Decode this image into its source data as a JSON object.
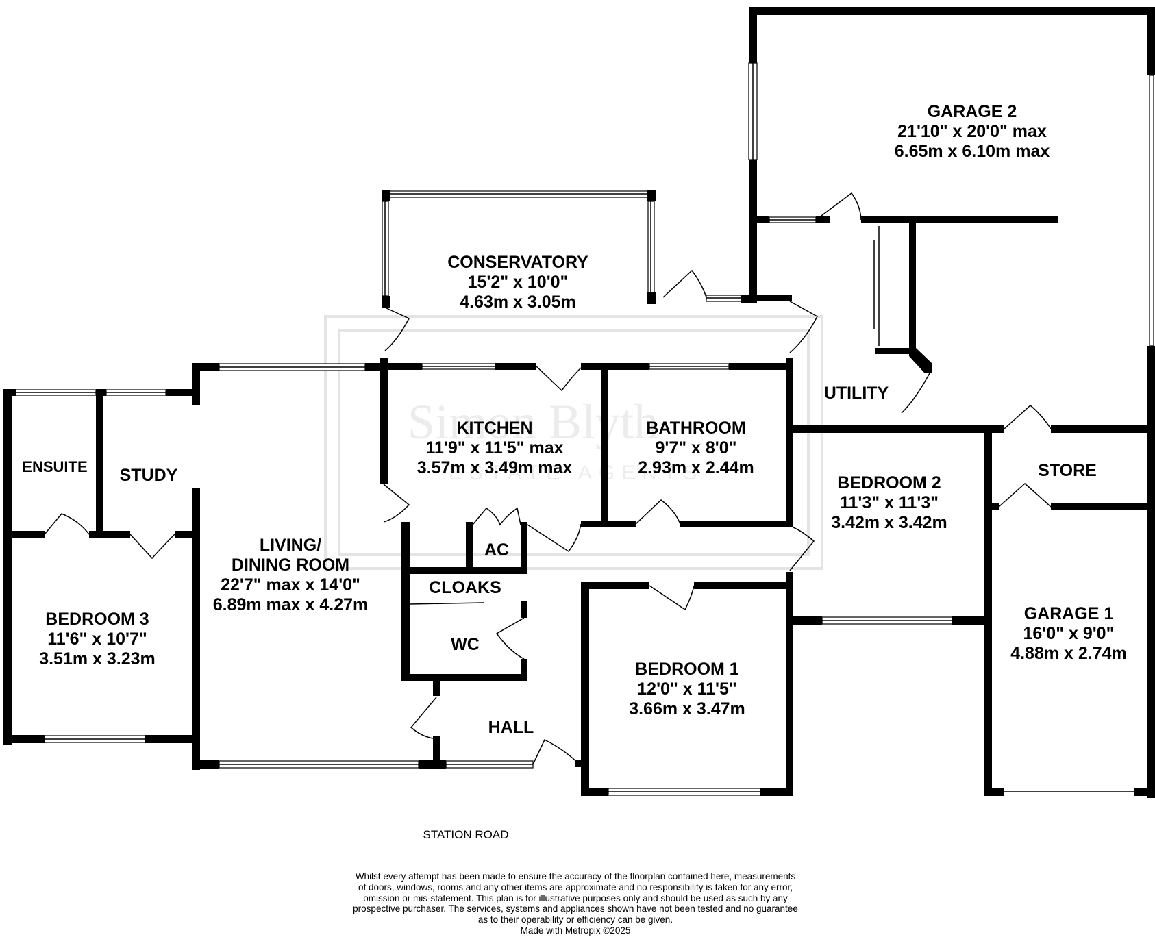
{
  "rooms": {
    "garage2": {
      "name": "GARAGE 2",
      "imperial": "21'10\"  x 20'0\" max",
      "metric": "6.65m  x 6.10m max"
    },
    "conservatory": {
      "name": "CONSERVATORY",
      "imperial": "15'2\"  x 10'0\"",
      "metric": "4.63m  x 3.05m"
    },
    "utility": {
      "name": "UTILITY"
    },
    "kitchen": {
      "name": "KITCHEN",
      "imperial": "11'9\"  x 11'5\" max",
      "metric": "3.57m  x 3.49m max"
    },
    "bathroom": {
      "name": "BATHROOM",
      "imperial": "9'7\"  x 8'0\"",
      "metric": "2.93m  x 2.44m"
    },
    "ensuite": {
      "name": "ENSUITE"
    },
    "study": {
      "name": "STUDY"
    },
    "living": {
      "name_line1": "LIVING/",
      "name_line2": "DINING ROOM",
      "imperial": "22'7\" max x 14'0\"",
      "metric": "6.89m max x 4.27m"
    },
    "store": {
      "name": "STORE"
    },
    "bedroom2": {
      "name": "BEDROOM 2",
      "imperial": "11'3\"  x 11'3\"",
      "metric": "3.42m  x 3.42m"
    },
    "ac": {
      "name": "AC"
    },
    "cloaks": {
      "name": "CLOAKS"
    },
    "wc": {
      "name": "WC"
    },
    "bedroom3": {
      "name": "BEDROOM 3",
      "imperial": "11'6\"  x 10'7\"",
      "metric": "3.51m  x 3.23m"
    },
    "garage1": {
      "name": "GARAGE 1",
      "imperial": "16'0\"  x 9'0\"",
      "metric": "4.88m  x 2.74m"
    },
    "bedroom1": {
      "name": "BEDROOM 1",
      "imperial": "12'0\"  x 11'5\"",
      "metric": "3.66m  x 3.47m"
    },
    "hall": {
      "name": "HALL"
    }
  },
  "road_label": "STATION ROAD",
  "watermark": {
    "brand": "Simon Blyth",
    "subtitle": "ESTATE AGENTS"
  },
  "disclaimer": {
    "line1": "Whilst every attempt has been made to ensure the accuracy of the floorplan contained here, measurements",
    "line2": "of doors, windows, rooms and any other items are approximate and no responsibility is taken for any error,",
    "line3": "omission or mis-statement. This plan is for illustrative purposes only and should be used as such by any",
    "line4": "prospective purchaser. The services, systems and appliances shown have not been tested and no guarantee",
    "line5": "as to their operability or efficiency can be given.",
    "line6": "Made with Metropix ©2025"
  }
}
